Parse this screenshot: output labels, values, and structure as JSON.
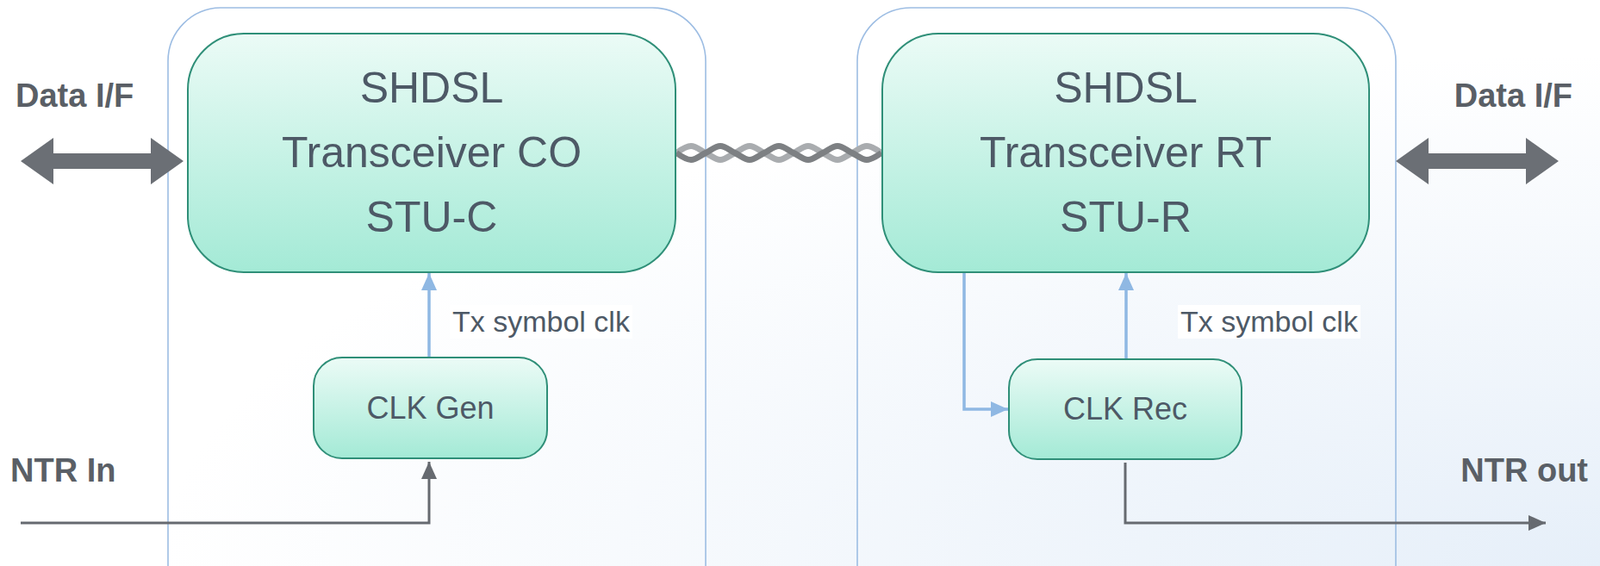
{
  "diagram": {
    "nodes": [
      {
        "text": [
          "SHDSL Transceiver CO STU-C"
        ]
      },
      {
        "text": [
          "SHDSL Transceiver RT STU-R"
        ]
      },
      {
        "text": [
          "CLK Gen"
        ]
      },
      {
        "text": [
          "CLK Rec"
        ]
      }
    ],
    "edges": [
      {
        "from": 0,
        "to": 1,
        "arrow": "none"
      },
      {
        "from": 2,
        "to": 0,
        "label": "Tx symbol clk",
        "arrow": "to"
      },
      {
        "from": 1,
        "to": 3,
        "arrow": "to"
      },
      {
        "from": 3,
        "to": 1,
        "label": "Tx symbol clk",
        "arrow": "to"
      }
    ],
    "labels": [
      "Data I/F",
      "Data I/F",
      "NTR In",
      "NTR out"
    ]
  }
}
